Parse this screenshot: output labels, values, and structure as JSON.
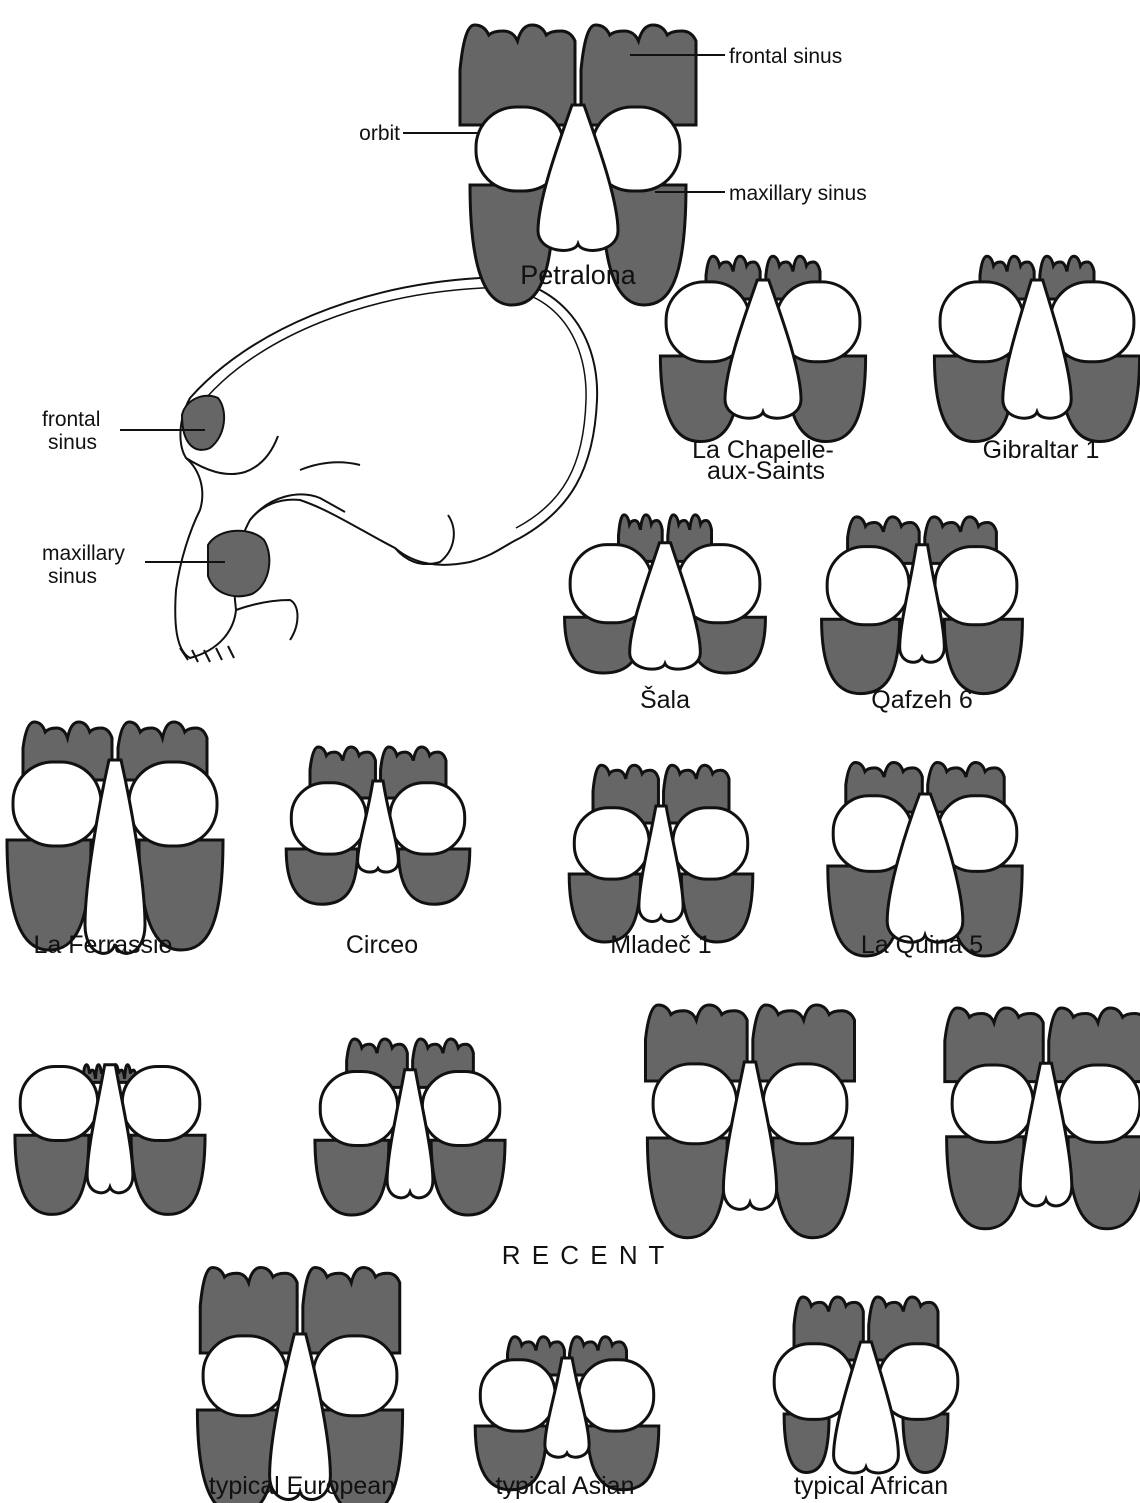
{
  "colors": {
    "sinus_fill": "#666666",
    "outline": "#111111",
    "background": "#ffffff"
  },
  "annotations": {
    "frontal_sinus": "frontal   sinus",
    "orbit": "orbit",
    "maxillary_sinus": "maxillary  sinus",
    "skull_frontal_line1": "frontal",
    "skull_frontal_line2": "sinus",
    "skull_maxillary_line1": "maxillary",
    "skull_maxillary_line2": "sinus"
  },
  "section_heading": "R   E   C   E   N   T",
  "specimens": {
    "petralona": "Petralona",
    "la_chapelle_line1": "La  Chapelle-",
    "la_chapelle_line2": "aux-Saints",
    "gibraltar": "Gibraltar 1",
    "sala": "Šala",
    "qafzeh": "Qafzeh 6",
    "la_ferrassie": "La Ferrassie",
    "circeo": "Circeo",
    "mladec": "Mladeč 1",
    "la_quina": "La Quina 5",
    "typical_european": "typical European",
    "typical_asian": "typical Asian",
    "typical_african": "typical African"
  }
}
